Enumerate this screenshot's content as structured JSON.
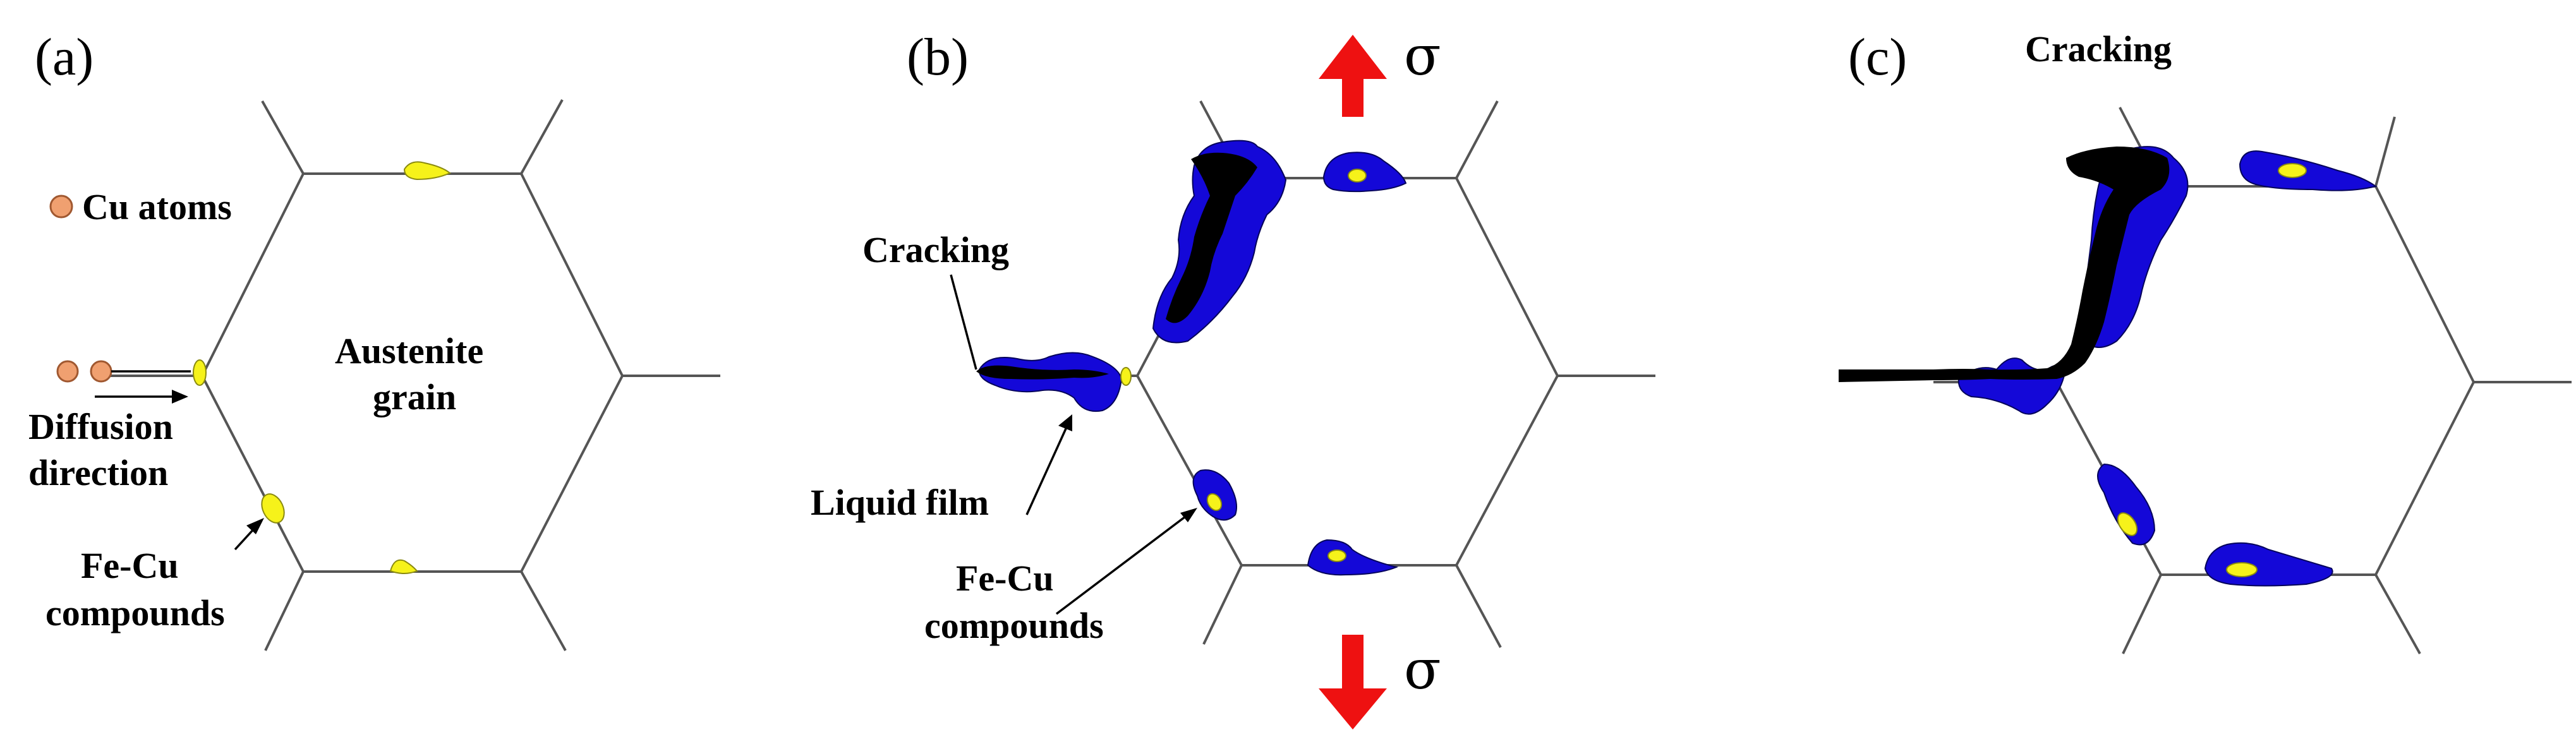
{
  "panels": [
    {
      "id": "a",
      "label": "(a)"
    },
    {
      "id": "b",
      "label": "(b)"
    },
    {
      "id": "c",
      "label": "(c)"
    }
  ],
  "panel_a": {
    "cu_atoms": "Cu atoms",
    "grain_line1": "Austenite",
    "grain_line2": "grain",
    "diffusion_line1": "Diffusion",
    "diffusion_line2": "direction",
    "compounds_line1": "Fe-Cu",
    "compounds_line2": "compounds"
  },
  "panel_b": {
    "cracking": "Cracking",
    "liquid_film": "Liquid film",
    "compounds_line1": "Fe-Cu",
    "compounds_line2": "compounds",
    "stress_top": "σ",
    "stress_bottom": "σ"
  },
  "panel_c": {
    "cracking": "Cracking"
  },
  "colors": {
    "fe_cu_compound": "#f6f21a",
    "liquid_film": "#1408d8",
    "crack": "#000000",
    "cu_atom": "#f0a070",
    "stress_arrow": "#ee1111",
    "grain_boundary": "#555555"
  }
}
